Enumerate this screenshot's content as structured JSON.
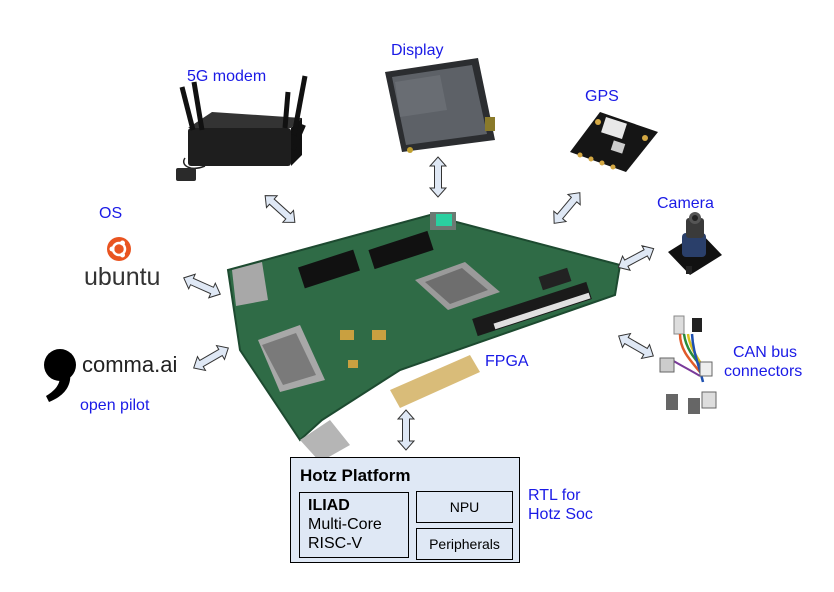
{
  "labels": {
    "modem": "5G modem",
    "display": "Display",
    "gps": "GPS",
    "os": "OS",
    "camera": "Camera",
    "fpga": "FPGA",
    "can_line1": "CAN bus",
    "can_line2": "connectors",
    "open_pilot": "open pilot",
    "rtl_line1": "RTL for",
    "rtl_line2": "Hotz Soc"
  },
  "logos": {
    "ubuntu": "ubuntu",
    "comma": "comma.ai"
  },
  "platform": {
    "title": "Hotz Platform",
    "iliad_title": "ILIAD",
    "iliad_line2": "Multi-Core",
    "iliad_line3": "RISC-V",
    "npu": "NPU",
    "peripherals": "Peripherals"
  },
  "colors": {
    "label": "#1a1ae6",
    "arrow_fill": "#dfe8f5",
    "platform_fill": "#dfe8f5",
    "pcb": "#2f6b46",
    "ubuntu_orange": "#e95420"
  }
}
